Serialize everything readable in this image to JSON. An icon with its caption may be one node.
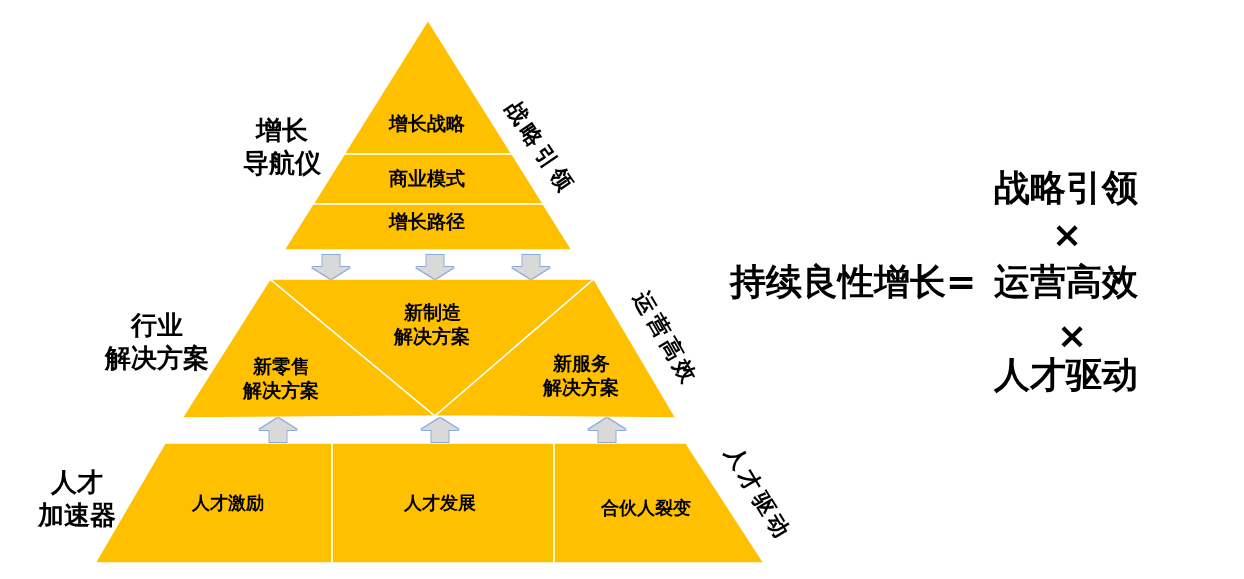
{
  "diagram": {
    "nodes": [
      {
        "text": [
          "增长导航仪"
        ],
        "beside": [
          "战略引领"
        ]
      },
      {
        "text": [
          "增长战略"
        ],
        "in": 0
      },
      {
        "text": [
          "商业模式"
        ],
        "in": 0
      },
      {
        "text": [
          "增长路径"
        ],
        "in": 0
      },
      {
        "text": [
          "行业解决方案"
        ],
        "beside": [
          "运营高效"
        ]
      },
      {
        "text": [
          "新零售解决方案"
        ],
        "in": 4
      },
      {
        "text": [
          "新制造解决方案"
        ],
        "in": 4
      },
      {
        "text": [
          "新服务解决方案"
        ],
        "in": 4
      },
      {
        "text": [
          "人才加速器"
        ],
        "beside": [
          "人才驱动"
        ]
      },
      {
        "text": [
          "人才激励"
        ],
        "in": 8
      },
      {
        "text": [
          "人才发展"
        ],
        "in": 8
      },
      {
        "text": [
          "合伙人裂变"
        ],
        "in": 8
      }
    ],
    "edges": [
      {
        "from": 0,
        "to": 4,
        "arrow": "to"
      },
      {
        "from": 0,
        "to": 4,
        "arrow": "to"
      },
      {
        "from": 0,
        "to": 4,
        "arrow": "to"
      },
      {
        "from": 8,
        "to": 4,
        "arrow": "to"
      },
      {
        "from": 8,
        "to": 4,
        "arrow": "to"
      },
      {
        "from": 8,
        "to": 4,
        "arrow": "to"
      }
    ],
    "labels": [
      "战略引领",
      "×",
      "持续良性增长=",
      "运营高效",
      "×",
      "人才驱动"
    ]
  }
}
